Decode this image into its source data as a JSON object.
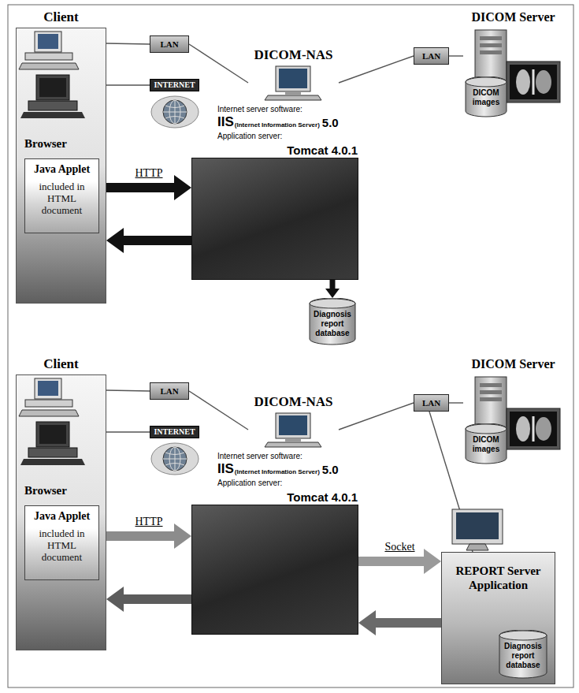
{
  "diagram": {
    "nodes": [
      {
        "text": [
          "Client",
          "Browser"
        ]
      },
      {
        "text": [
          "Java Applet",
          "included in HTML document"
        ],
        "in": 0
      },
      {
        "text": [
          "LAN"
        ]
      },
      {
        "text": [
          "INTERNET"
        ]
      },
      {
        "text": [
          "DICOM-NAS"
        ]
      },
      {
        "text": [
          "LAN"
        ]
      },
      {
        "text": [
          "DICOM Server"
        ]
      },
      {
        "text": [
          "DICOM images"
        ],
        "in": 6
      },
      {
        "text": [
          "Tomcat 4.0.1"
        ]
      },
      {
        "text": [
          "Diagnosis report database"
        ]
      },
      {
        "text": [
          "Client",
          "Browser"
        ]
      },
      {
        "text": [
          "Java Applet",
          "included in HTML document"
        ],
        "in": 10
      },
      {
        "text": [
          "LAN"
        ]
      },
      {
        "text": [
          "INTERNET"
        ]
      },
      {
        "text": [
          "DICOM-NAS"
        ]
      },
      {
        "text": [
          "LAN"
        ]
      },
      {
        "text": [
          "DICOM Server"
        ]
      },
      {
        "text": [
          "DICOM images"
        ],
        "in": 16
      },
      {
        "text": [
          "Tomcat 4.0.1"
        ]
      },
      {
        "text": [
          "REPORT Server Application"
        ]
      },
      {
        "text": [
          "Diagnosis report database"
        ],
        "in": 19
      }
    ],
    "edges": [
      {
        "from": 0,
        "to": 2,
        "arrow": "none"
      },
      {
        "from": 0,
        "to": 3,
        "arrow": "none"
      },
      {
        "from": 2,
        "to": 4,
        "arrow": "none"
      },
      {
        "from": 4,
        "to": 5,
        "arrow": "none"
      },
      {
        "from": 5,
        "to": 6,
        "arrow": "none"
      },
      {
        "from": 0,
        "to": 8,
        "arrow": "to",
        "label": "HTTP"
      },
      {
        "from": 8,
        "to": 0,
        "arrow": "to"
      },
      {
        "from": 8,
        "to": 9,
        "arrow": "to"
      },
      {
        "from": 10,
        "to": 12,
        "arrow": "none"
      },
      {
        "from": 10,
        "to": 13,
        "arrow": "none"
      },
      {
        "from": 12,
        "to": 14,
        "arrow": "none"
      },
      {
        "from": 14,
        "to": 15,
        "arrow": "none"
      },
      {
        "from": 15,
        "to": 16,
        "arrow": "none"
      },
      {
        "from": 15,
        "to": 19,
        "arrow": "none"
      },
      {
        "from": 10,
        "to": 18,
        "arrow": "to",
        "label": "HTTP"
      },
      {
        "from": 18,
        "to": 10,
        "arrow": "to"
      },
      {
        "from": 18,
        "to": 19,
        "arrow": "to",
        "label": "Socket"
      },
      {
        "from": 19,
        "to": 18,
        "arrow": "to"
      }
    ],
    "labels": [
      "Internet server software:",
      "IIS",
      "(Internet Information Server)",
      "5.0",
      "Application server:",
      "Internet server software:",
      "IIS",
      "(Internet Information Server)",
      "5.0",
      "Application server:"
    ]
  }
}
